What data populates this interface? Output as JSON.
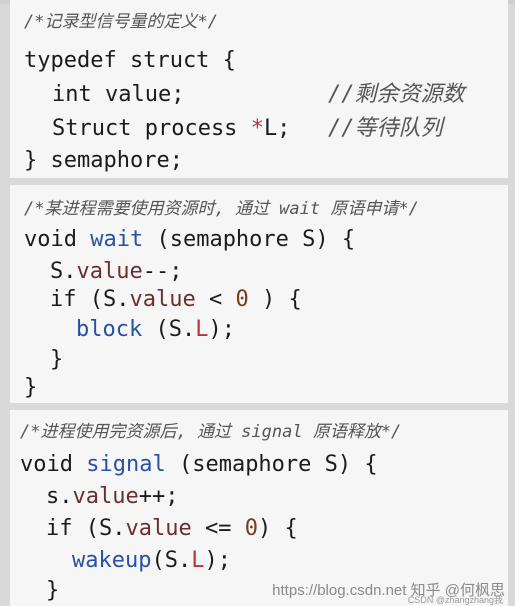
{
  "block1": {
    "comment": "/*记录型信号量的定义*/",
    "line1": "typedef struct {",
    "line2_code": "int value;",
    "line2_comment": "//剩余资源数",
    "line3_code_a": "Struct process ",
    "line3_code_b": "*",
    "line3_code_c": "L;",
    "line3_comment": "//等待队列",
    "line4": "} semaphore;"
  },
  "block2": {
    "comment": "/*某进程需要使用资源时, 通过 wait 原语申请*/",
    "sig_a": "void ",
    "sig_fn": "wait",
    "sig_b": " (semaphore S) {",
    "l1_a": "S.",
    "l1_b": "value",
    "l1_c": "--;",
    "l2_a": "if (S.",
    "l2_b": "value",
    "l2_c": " < ",
    "l2_d": "0",
    "l2_e": " ) {",
    "l3_fn": "block",
    "l3_a": " (S.",
    "l3_b": "L",
    "l3_c": ");",
    "l4": "}",
    "l5": "}"
  },
  "block3": {
    "comment": "/*进程使用完资源后, 通过 signal 原语释放*/",
    "sig_a": "void ",
    "sig_fn": "signal",
    "sig_b": " (semaphore S) {",
    "l1_a": "s.",
    "l1_b": "value",
    "l1_c": "++;",
    "l2_a": "if (S.",
    "l2_b": "value",
    "l2_c": " <= ",
    "l2_d": "0",
    "l2_e": ") {",
    "l3_fn": "wakeup",
    "l3_a": "(S.",
    "l3_b": "L",
    "l3_c": ");",
    "l4": "}"
  },
  "watermark": {
    "text": "https://blog.csdn.net  知乎 @何枫思",
    "sub": "CSDN @zhangzhang我"
  }
}
